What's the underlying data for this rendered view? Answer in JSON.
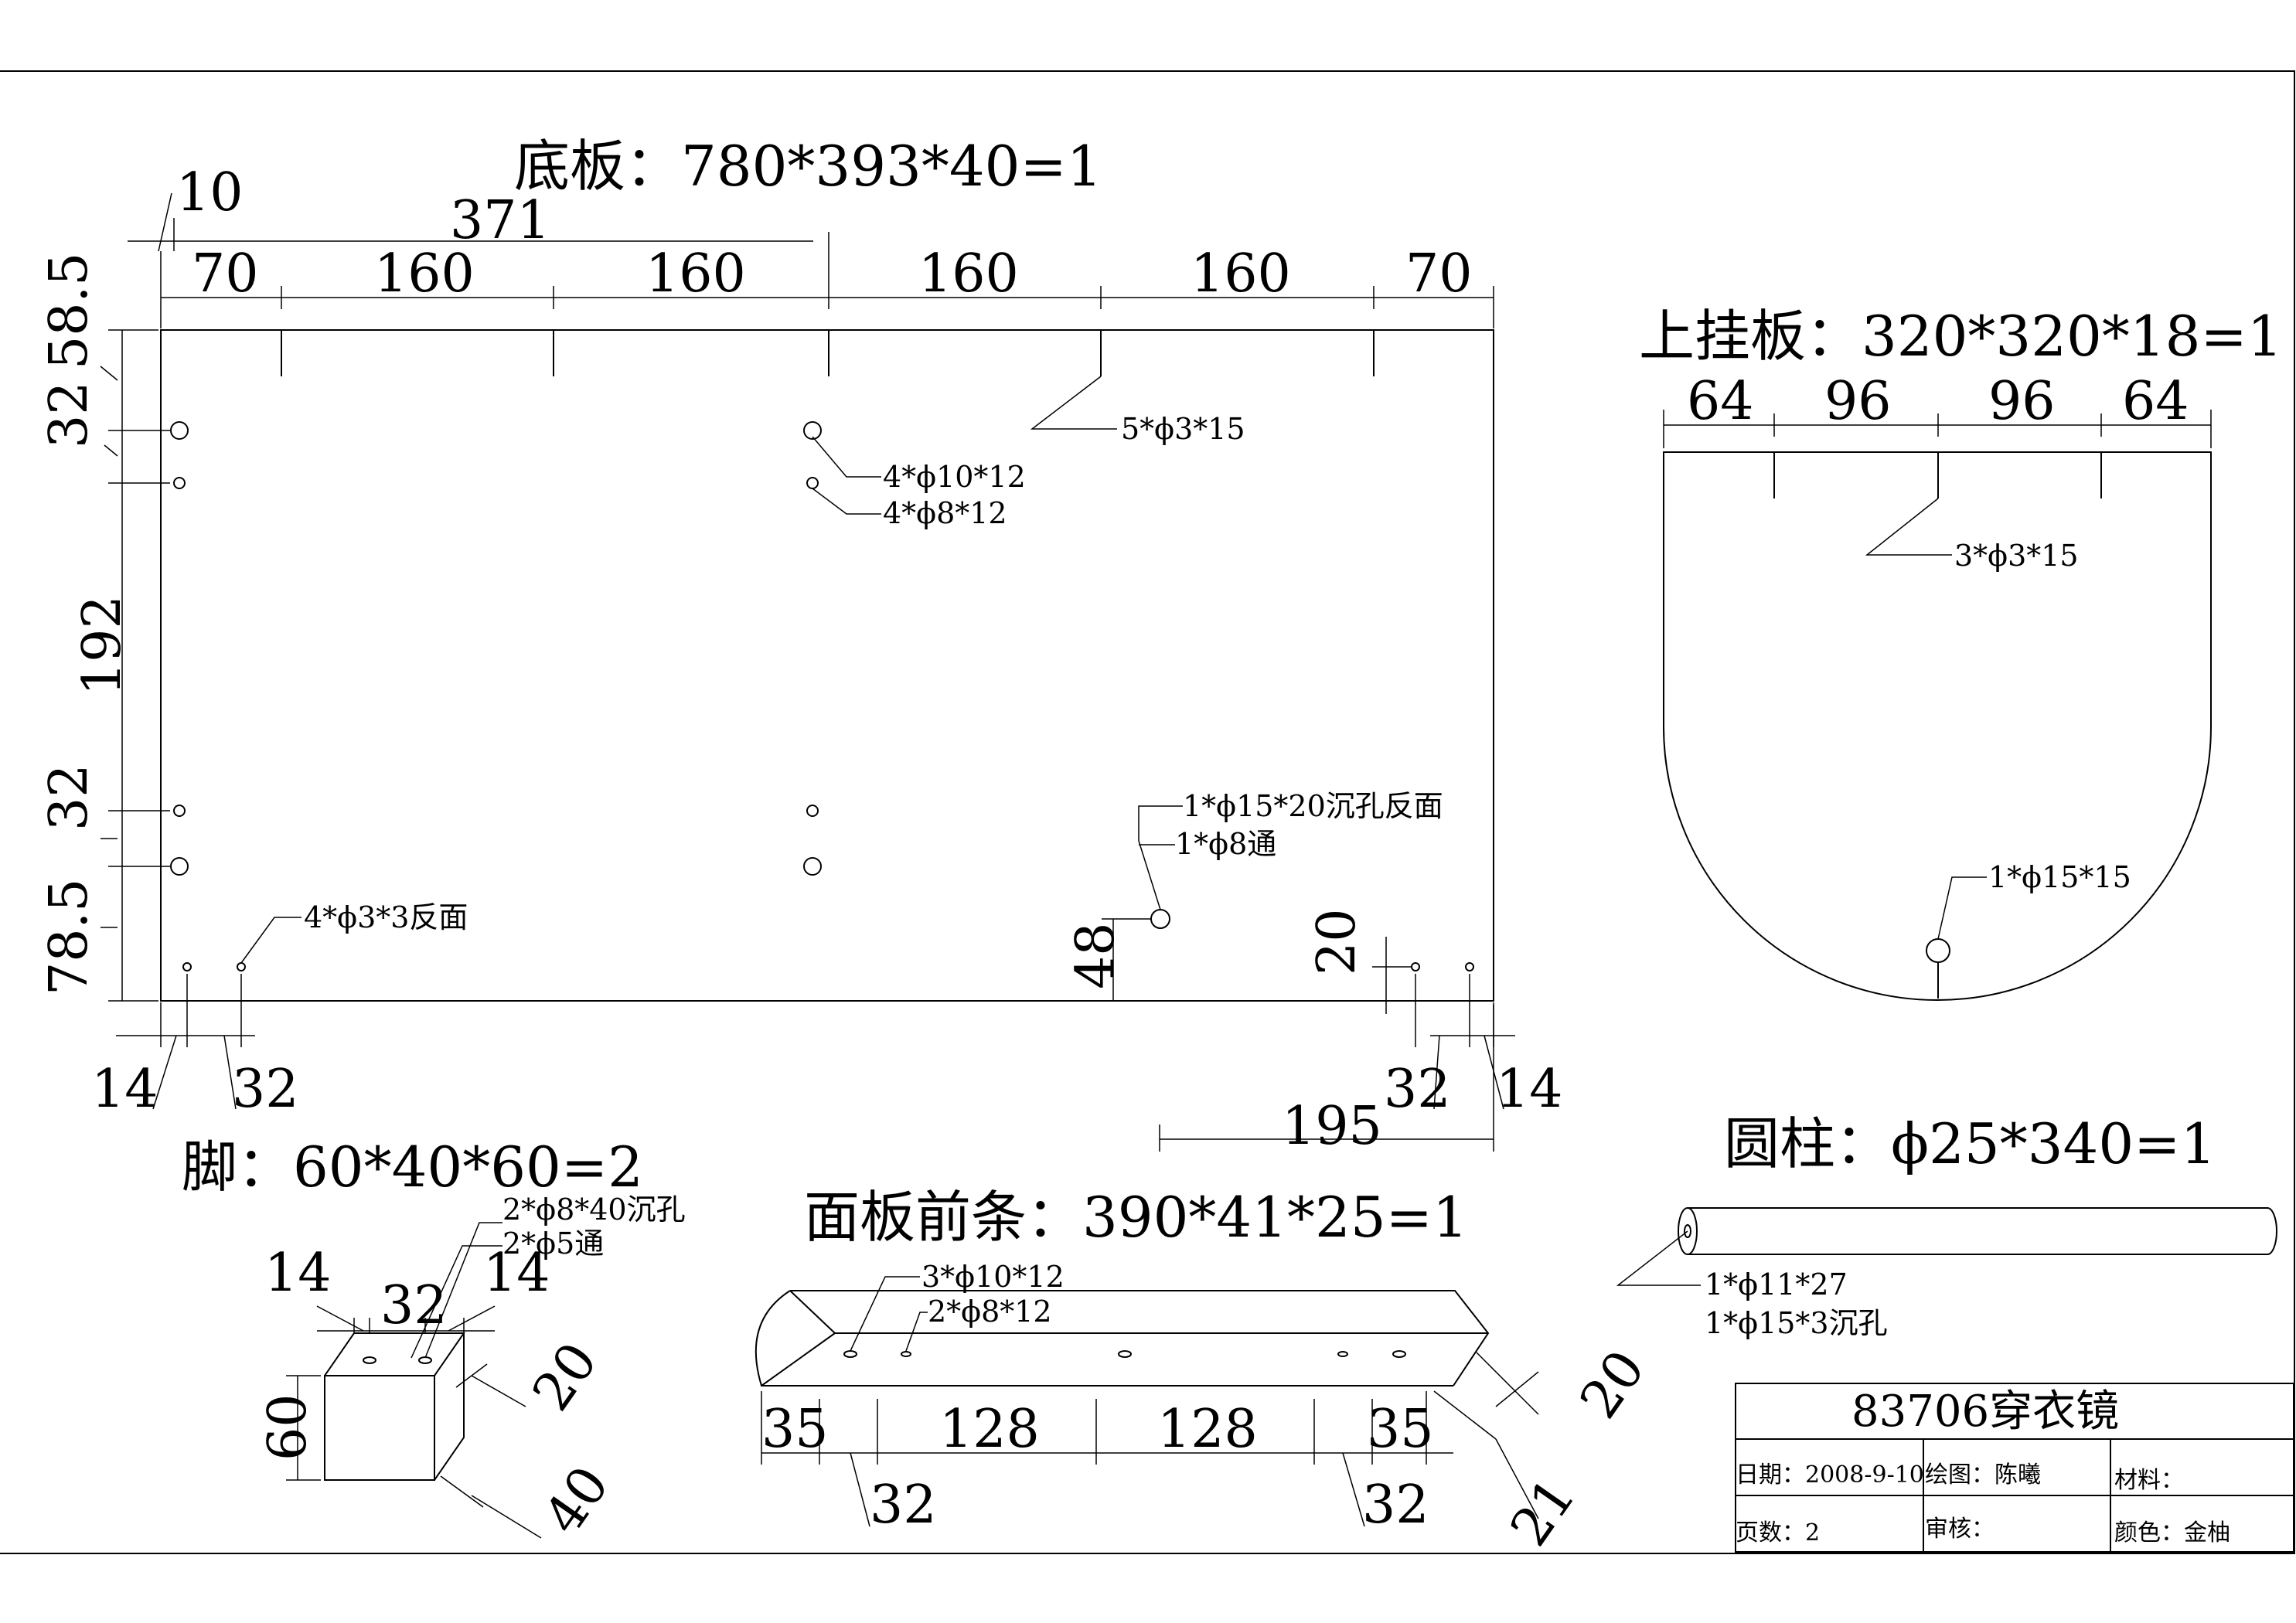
{
  "titles": {
    "base_plate": "底板：780*393*40=1",
    "hang_plate": "上挂板：320*320*18=1",
    "cylinder": "圆柱：ϕ25*340=1",
    "foot": "脚：60*40*60=2",
    "front_strip": "面板前条：390*41*25=1"
  },
  "base_dims": {
    "d10": "10",
    "d371": "371",
    "top": [
      "70",
      "160",
      "160",
      "160",
      "160",
      "70"
    ],
    "left": [
      "58.5",
      "32",
      "192",
      "32",
      "78.5"
    ],
    "d48": "48",
    "d20": "20",
    "bottom_left_14": "14",
    "bottom_left_32": "32",
    "bottom_right_32": "32",
    "bottom_right_14": "14",
    "d195": "195"
  },
  "base_notes": {
    "n1": "5*ϕ3*15",
    "n2": "4*ϕ10*12",
    "n3": "4*ϕ8*12",
    "n4": "1*ϕ15*20沉孔反面",
    "n5": "1*ϕ8通",
    "n6": "4*ϕ3*3反面"
  },
  "hang_dims": [
    "64",
    "96",
    "96",
    "64"
  ],
  "hang_notes": {
    "n1": "3*ϕ3*15",
    "n2": "1*ϕ15*15"
  },
  "cyl_notes": {
    "n1": "1*ϕ11*27",
    "n2": "1*ϕ15*3沉孔"
  },
  "foot_dims": {
    "d14a": "14",
    "d32": "32",
    "d14b": "14",
    "d20": "20",
    "d60": "60",
    "d40": "40"
  },
  "foot_notes": {
    "n1": "2*ϕ8*40沉孔",
    "n2": "2*ϕ5通"
  },
  "strip_dims": {
    "d35a": "35",
    "d128a": "128",
    "d128b": "128",
    "d35b": "35",
    "d32a": "32",
    "d32b": "32",
    "d20": "20",
    "d21": "21"
  },
  "strip_notes": {
    "n1": "3*ϕ10*12",
    "n2": "2*ϕ8*12"
  },
  "title_block": {
    "title": "83706穿衣镜",
    "date": "日期：2008-9-10",
    "drawer": "绘图：陈曦",
    "material": "材料：",
    "pages": "页数：2",
    "review": "审核：",
    "color": "颜色：金柚"
  }
}
